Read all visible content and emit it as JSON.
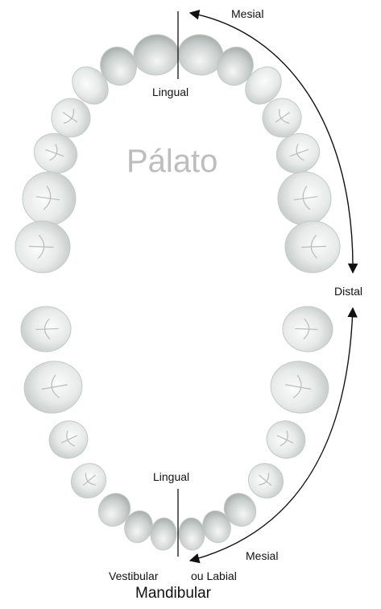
{
  "labels": {
    "mesial_top": "Mesial",
    "lingual_top": "Lingual",
    "palate": "Pálato",
    "distal": "Distal",
    "lingual_bottom": "Lingual",
    "mesial_bottom": "Mesial",
    "vestibular": "Vestibular",
    "labial": "ou Labial",
    "mandibular": "Mandibular"
  },
  "colors": {
    "tooth_fill": "#e4e8e6",
    "tooth_stroke": "#c4cac7",
    "palate_text": "#bdbdbd",
    "line": "#111111"
  }
}
